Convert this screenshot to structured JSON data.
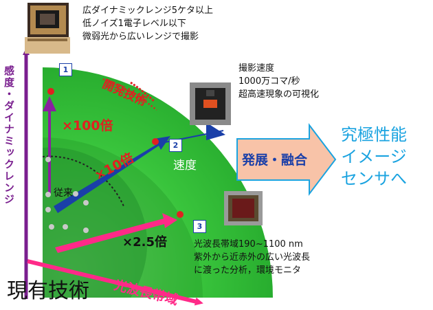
{
  "diagram": {
    "y_axis_label": "感度・ダイナミックレンジ",
    "x_axis_label": "光波長帯域",
    "arc_label": "開発技術",
    "current_tech_label": "現有技術",
    "legacy_label": "従来",
    "gain_sensitivity": "×100倍",
    "gain_speed": "×10倍",
    "gain_wavelength": "×2.5倍",
    "speed_label": "速度",
    "box_numbers": [
      "1",
      "2",
      "3"
    ],
    "feature1": {
      "lines": [
        "広ダイナミックレンジ5ケタ以上",
        "低ノイズ1電子レベル以下",
        "微弱光から広いレンジで撮影"
      ]
    },
    "feature2": {
      "lines": [
        "撮影速度",
        "1000万コマ/秒",
        "超高速現象の可視化"
      ]
    },
    "feature3": {
      "lines": [
        "光波長帯域190~1100 nm",
        "紫外から近赤外の広い光波長",
        "に渡った分析，環境モニタ"
      ]
    },
    "development_label": "発展・融合",
    "goal_lines": [
      "究極性能",
      "イメージ",
      "センサへ"
    ]
  },
  "colors": {
    "green_outer": "#2fbf3a",
    "green_inner": "#1a8f2a",
    "purple": "#7a1f8f",
    "magenta": "#ff2a88",
    "blue": "#1a3fa8",
    "red": "#e02020",
    "peach": "#f8c3a8",
    "cyan_text": "#1aa3e0"
  }
}
